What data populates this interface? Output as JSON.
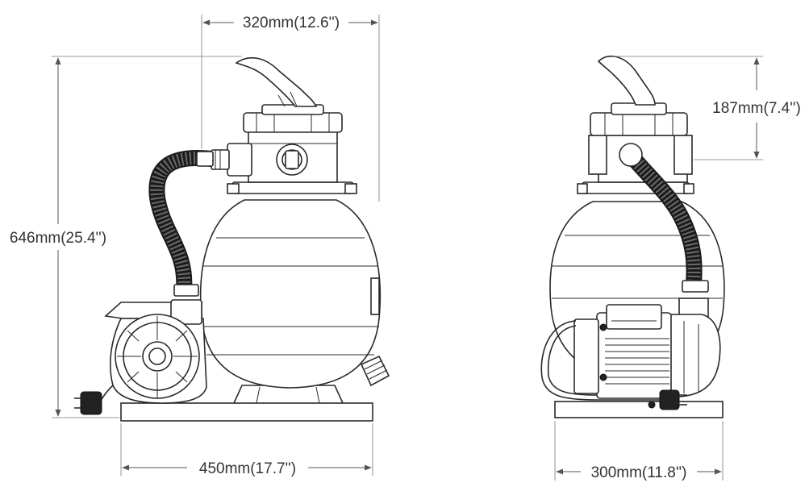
{
  "dimensions": {
    "top_width": "320mm(12.6'')",
    "overall_height": "646mm(25.4'')",
    "base_width": "450mm(17.7'')",
    "valve_height": "187mm(7.4'')",
    "side_depth": "300mm(11.8'')"
  },
  "views": [
    "front-view",
    "side-view"
  ]
}
